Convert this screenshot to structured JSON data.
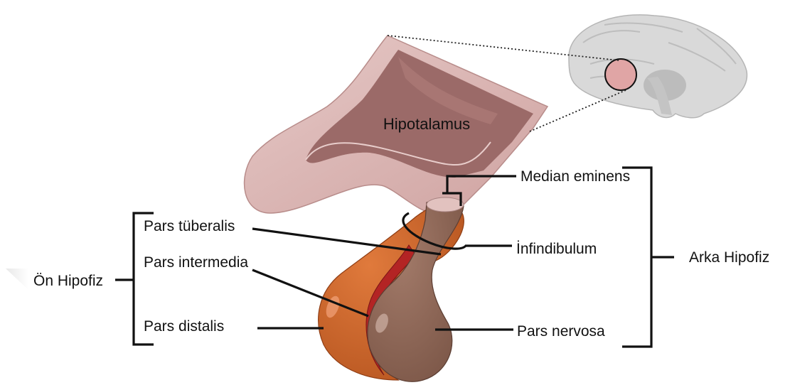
{
  "labels": {
    "hypothalamus": "Hipotalamus",
    "median_eminence": "Median eminens",
    "pars_tuberalis": "Pars tüberalis",
    "infundibulum": "İnfindibulum",
    "pars_intermedia": "Pars intermedia",
    "pars_distalis": "Pars distalis",
    "pars_nervosa": "Pars nervosa",
    "anterior_pituitary": "Ön Hipofiz",
    "posterior_pituitary": "Arka Hipofiz"
  },
  "colors": {
    "hypothalamus_dark": "#8f5f5d",
    "hypothalamus_light": "#d7b2b0",
    "anterior_lobe": "#c9632c",
    "pars_intermedia": "#b32424",
    "posterior_lobe": "#8c6454",
    "brain": "#d9d9d9"
  }
}
